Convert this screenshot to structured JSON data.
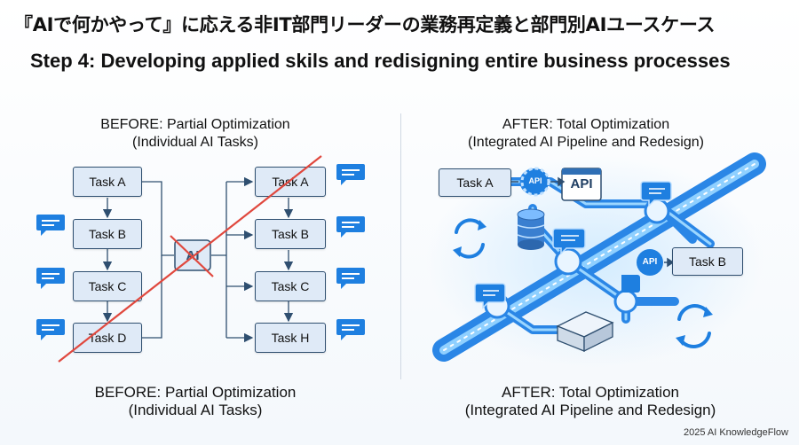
{
  "header": {
    "title_jp": "『AIで何かやって』に応える非IT部門リーダーの業務再定義と部門別AIユースケース",
    "title_en": "Step 4: Developing applied skils and redisigning entire business processes"
  },
  "before": {
    "heading_line1": "BEFORE: Partial Optimization",
    "heading_line2": "(Individual AI Tasks)",
    "caption_line1": "BEFORE: Partial Optimization",
    "caption_line2": "(Individual AI Tasks)",
    "left_tasks": [
      "Task A",
      "Task B",
      "Task C",
      "Task D"
    ],
    "right_tasks": [
      "Task A",
      "Task B",
      "Task C",
      "Task H"
    ],
    "center_label": "AI"
  },
  "after": {
    "heading_line1": "AFTER: Total Optimization",
    "heading_line2": "(Integrated AI Pipeline and Redesign)",
    "caption_line1": "AFTER: Total Optimization",
    "caption_line2": "(Integrated AI Pipeline and Redesign)",
    "task_a": "Task A",
    "task_b": "Task B",
    "api_label_1": "API",
    "api_label_2": "API",
    "api_label_3": "API"
  },
  "footer": {
    "text": "2025 AI KnowledgeFlow"
  },
  "colors": {
    "accent_blue": "#1e7fe0",
    "strike_red": "#e0483e",
    "box_fill": "#dfeaf7",
    "box_border": "#2f4f70"
  }
}
